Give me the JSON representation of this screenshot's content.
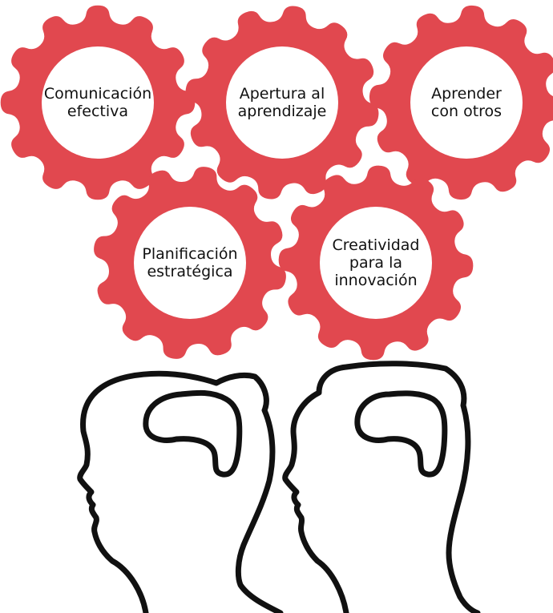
{
  "colors": {
    "gear": "#e1484f",
    "gear_center": "#ffffff",
    "outline": "#111111",
    "text": "#111111"
  },
  "gears": [
    {
      "id": "comunicacion",
      "label": "Comunicación\nefectiva"
    },
    {
      "id": "apertura",
      "label": "Apertura al\naprendizaje"
    },
    {
      "id": "aprender",
      "label": "Aprender\ncon otros"
    },
    {
      "id": "planificacion",
      "label": "Planificación\nestratégica"
    },
    {
      "id": "creatividad",
      "label": "Creatividad\npara la\ninnovación"
    }
  ],
  "heads": [
    {
      "id": "woman",
      "icon": "woman-head-brain-icon"
    },
    {
      "id": "man",
      "icon": "man-head-brain-icon"
    }
  ]
}
